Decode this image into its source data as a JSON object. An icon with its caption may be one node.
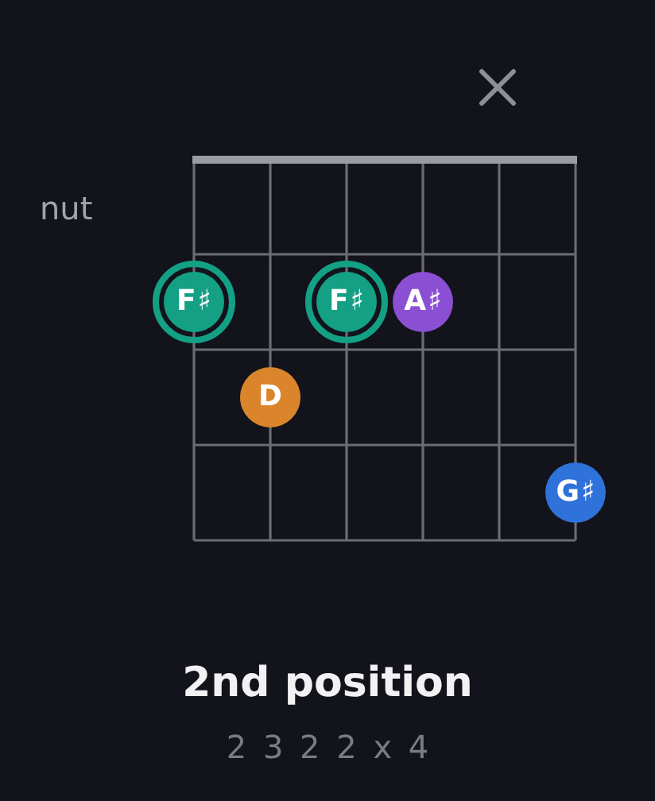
{
  "diagram": {
    "title": "2nd position",
    "nodes": [
      {
        "text": [
          "F♯"
        ]
      },
      {
        "text": [
          "F♯"
        ]
      },
      {
        "text": [
          "A♯"
        ]
      },
      {
        "text": [
          "D"
        ]
      },
      {
        "text": [
          "G♯"
        ]
      }
    ],
    "labels": [
      "nut",
      "2 3 2 2 x 4"
    ]
  }
}
